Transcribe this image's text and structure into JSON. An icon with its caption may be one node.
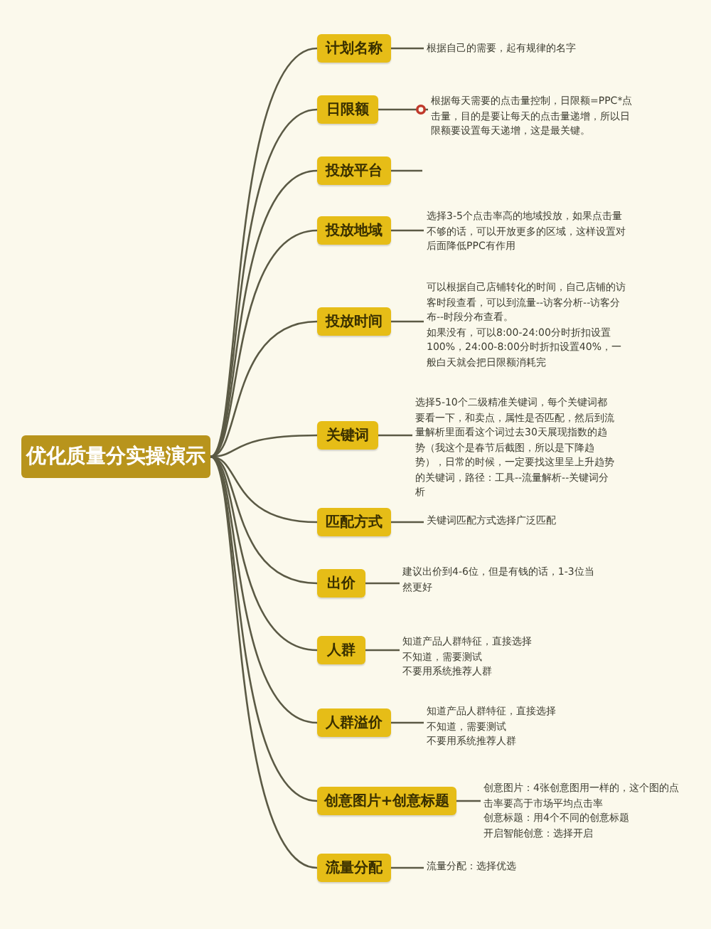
{
  "diagram": {
    "nodes": [
      {
        "text": [
          "优化质量分实操演示"
        ]
      },
      {
        "text": [
          "计划名称"
        ]
      },
      {
        "text": [
          "日限额"
        ]
      },
      {
        "text": [
          "投放平台"
        ]
      },
      {
        "text": [
          "投放地域"
        ]
      },
      {
        "text": [
          "投放时间"
        ]
      },
      {
        "text": [
          "关键词"
        ]
      },
      {
        "text": [
          "匹配方式"
        ]
      },
      {
        "text": [
          "出价"
        ]
      },
      {
        "text": [
          "人群"
        ]
      },
      {
        "text": [
          "人群溢价"
        ]
      },
      {
        "text": [
          "创意图片+创意标题"
        ]
      },
      {
        "text": [
          "流量分配"
        ]
      },
      {
        "text": [
          "根据自己的需要，起有规律的名字"
        ]
      },
      {
        "text": [
          "根据每天需要的点击量控制，日限额=PPC*点击量，目的是要让每天的点击量递增，所以日限额要设置每天递增，这是最关键。"
        ]
      },
      {
        "text": [
          "选择3-5个点击率高的地域投放，如果点击量不够的话，可以开放更多的区域，这样设置对后面降低PPC有作用"
        ]
      },
      {
        "text": [
          "可以根据自己店铺转化的时间，自己店铺的访客时段查看，可以到流量--访客分析--访客分布--时段分布查看。",
          "如果没有，可以8:00-24:00分时折扣设置100%，24:00-8:00分时折扣设置40%，一般白天就会把日限额消耗完"
        ]
      },
      {
        "text": [
          "选择5-10个二级精准关键词，每个关键词都要看一下，和卖点，属性是否匹配，然后到流量解析里面看这个词过去30天展现指数的趋势（我这个是春节后截图，所以是下降趋势），日常的时候，一定要找这里呈上升趋势的关键词，路径：工具--流量解析--关键词分析"
        ]
      },
      {
        "text": [
          "关键词匹配方式选择广泛匹配"
        ]
      },
      {
        "text": [
          "建议出价到4-6位，但是有钱的话，1-3位当然更好"
        ]
      },
      {
        "text": [
          "知道产品人群特征，直接选择",
          "不知道，需要测试",
          "不要用系统推荐人群"
        ]
      },
      {
        "text": [
          "知道产品人群特征，直接选择",
          "不知道，需要测试",
          "不要用系统推荐人群"
        ]
      },
      {
        "text": [
          "创意图片：4张创意图用一样的，这个图的点击率要高于市场平均点击率",
          "创意标题：用4个不同的创意标题",
          "开启智能创意：选择开启"
        ]
      },
      {
        "text": [
          "流量分配：选择优选"
        ]
      }
    ],
    "edges": [
      {
        "from": 0,
        "to": 1,
        "arrow": "none"
      },
      {
        "from": 0,
        "to": 2,
        "arrow": "none"
      },
      {
        "from": 0,
        "to": 3,
        "arrow": "none"
      },
      {
        "from": 0,
        "to": 4,
        "arrow": "none"
      },
      {
        "from": 0,
        "to": 5,
        "arrow": "none"
      },
      {
        "from": 0,
        "to": 6,
        "arrow": "none"
      },
      {
        "from": 0,
        "to": 7,
        "arrow": "none"
      },
      {
        "from": 0,
        "to": 8,
        "arrow": "none"
      },
      {
        "from": 0,
        "to": 9,
        "arrow": "none"
      },
      {
        "from": 0,
        "to": 10,
        "arrow": "none"
      },
      {
        "from": 0,
        "to": 11,
        "arrow": "none"
      },
      {
        "from": 0,
        "to": 12,
        "arrow": "none"
      },
      {
        "from": 1,
        "to": 13,
        "arrow": "none"
      },
      {
        "from": 2,
        "to": 14,
        "arrow": "none"
      },
      {
        "from": 3,
        "to": null,
        "arrow": "none"
      },
      {
        "from": 4,
        "to": 15,
        "arrow": "none"
      },
      {
        "from": 5,
        "to": 16,
        "arrow": "none"
      },
      {
        "from": 6,
        "to": 17,
        "arrow": "none"
      },
      {
        "from": 7,
        "to": 18,
        "arrow": "none"
      },
      {
        "from": 8,
        "to": 19,
        "arrow": "none"
      },
      {
        "from": 9,
        "to": 20,
        "arrow": "none"
      },
      {
        "from": 10,
        "to": 21,
        "arrow": "none"
      },
      {
        "from": 11,
        "to": 22,
        "arrow": "none"
      },
      {
        "from": 12,
        "to": 23,
        "arrow": "none"
      }
    ]
  }
}
